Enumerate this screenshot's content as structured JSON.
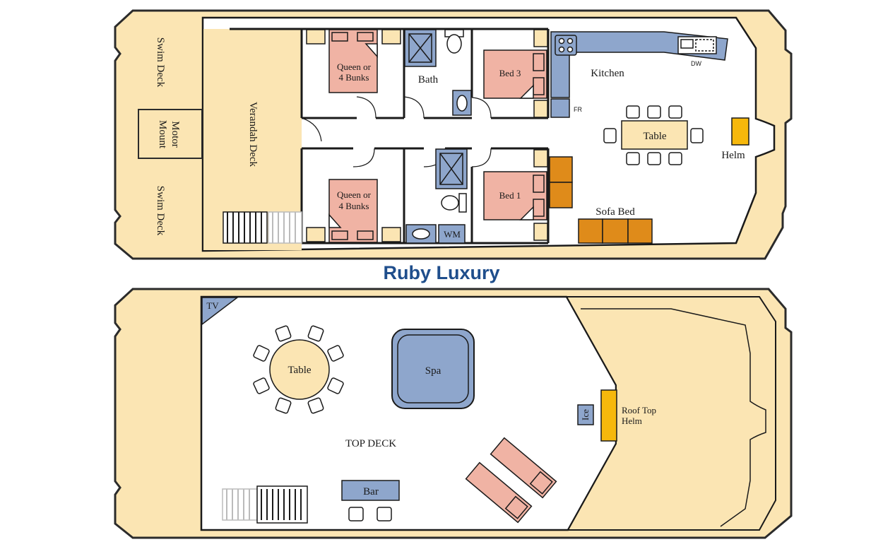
{
  "title": "Ruby Luxury",
  "colors": {
    "hull": "#fbe5b3",
    "hull_outline": "#2b2b2b",
    "interior": "#ffffff",
    "wall": "#1a1a1a",
    "bed": "#f0b3a4",
    "fixture": "#8ea6cc",
    "cushion": "#df8b1a",
    "helm": "#f6b80c",
    "table": "#fbe5b3",
    "title": "#1f4e8c"
  },
  "lower_deck": {
    "swim_deck_top": "Swim Deck",
    "swim_deck_bottom": "Swim Deck",
    "motor_mount": [
      "Motor",
      "Mount"
    ],
    "verandah_deck": "Verandah Deck",
    "bedroom_top": [
      "Queen or",
      "4 Bunks"
    ],
    "bedroom_bottom": [
      "Queen or",
      "4 Bunks"
    ],
    "bath": "Bath",
    "bed3": "Bed 3",
    "bed1": "Bed 1",
    "kitchen": "Kitchen",
    "fr": "FR",
    "dw": "DW",
    "table": "Table",
    "helm": "Helm",
    "sofa_bed": "Sofa Bed",
    "wm": "WM"
  },
  "top_deck": {
    "tv": "TV",
    "table": "Table",
    "spa": "Spa",
    "ice": "Ice",
    "roof_top_helm": [
      "Roof Top",
      "Helm"
    ],
    "top_deck": "TOP DECK",
    "bar": "Bar"
  }
}
